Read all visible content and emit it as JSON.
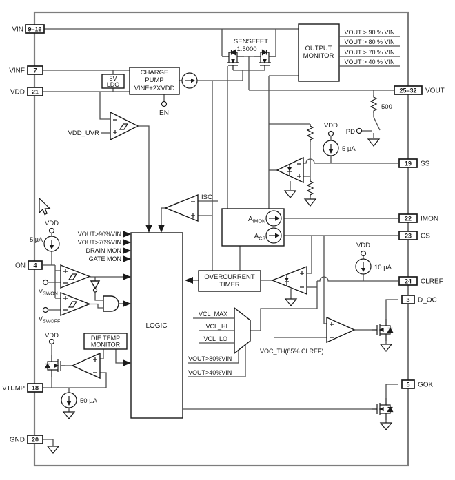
{
  "colors": {
    "wire": "#4d4d4d",
    "block": "#1a1a1a",
    "border": "#7d7d7d",
    "background": "#ffffff"
  },
  "pins": {
    "left": [
      {
        "label": "VIN",
        "num": "9–16"
      },
      {
        "label": "VINF",
        "num": "7"
      },
      {
        "label": "VDD",
        "num": "21"
      },
      {
        "label": "ON",
        "num": "4"
      },
      {
        "label": "VTEMP",
        "num": "18"
      },
      {
        "label": "GND",
        "num": "20"
      }
    ],
    "right": [
      {
        "num": "25–32",
        "label": "VOUT"
      },
      {
        "num": "19",
        "label": "SS"
      },
      {
        "num": "22",
        "label": "IMON"
      },
      {
        "num": "23",
        "label": "CS"
      },
      {
        "num": "24",
        "label": "CLREF"
      },
      {
        "num": "3",
        "label": "D_OC"
      },
      {
        "num": "5",
        "label": "GOK"
      }
    ]
  },
  "blocks": {
    "ldo": {
      "l1": "5V",
      "l2": "LDO"
    },
    "charge_pump": {
      "l1": "CHARGE",
      "l2": "PUMP",
      "l3": "VINF+2XVDD"
    },
    "sensefet": {
      "l1": "SENSEFET",
      "l2": "1:5000"
    },
    "output_monitor": {
      "l1": "OUTPUT",
      "l2": "MONITOR",
      "outputs": [
        "VOUT > 90 % VIN",
        "VOUT > 80 % VIN",
        "VOUT > 70 % VIN",
        "VOUT > 40 % VIN"
      ]
    },
    "overcurrent_timer": {
      "l1": "OVERCURRENT",
      "l2": "TIMER"
    },
    "die_temp_monitor": {
      "l1": "DIE TEMP",
      "l2": "MONITOR"
    },
    "logic": "LOGIC",
    "amon": {
      "a": "A",
      "sub": "IMON"
    },
    "acs": {
      "a": "A",
      "sub": "CS"
    }
  },
  "labels": {
    "en": "EN",
    "vdd": "VDD",
    "vdd_uvr": "VDD_UVR",
    "isc": "ISC",
    "res500": "500",
    "pd": "PD",
    "i5u": "5 µA",
    "i10u": "10 µA",
    "i50u": "50 µA",
    "v": "V",
    "vswon_sub": "SWON",
    "vswoff_sub": "SWOFF",
    "logic_inputs": [
      "VOUT>90%VIN",
      "VOUT>70%VIN",
      "DRAIN MON",
      "GATE MON"
    ],
    "vcl": [
      "VCL_MAX",
      "VCL_HI",
      "VCL_LO"
    ],
    "mux_selects": [
      "VOUT>80%VIN",
      "VOUT>40%VIN"
    ],
    "voc_th": "VOC_TH(85% CLREF)"
  }
}
